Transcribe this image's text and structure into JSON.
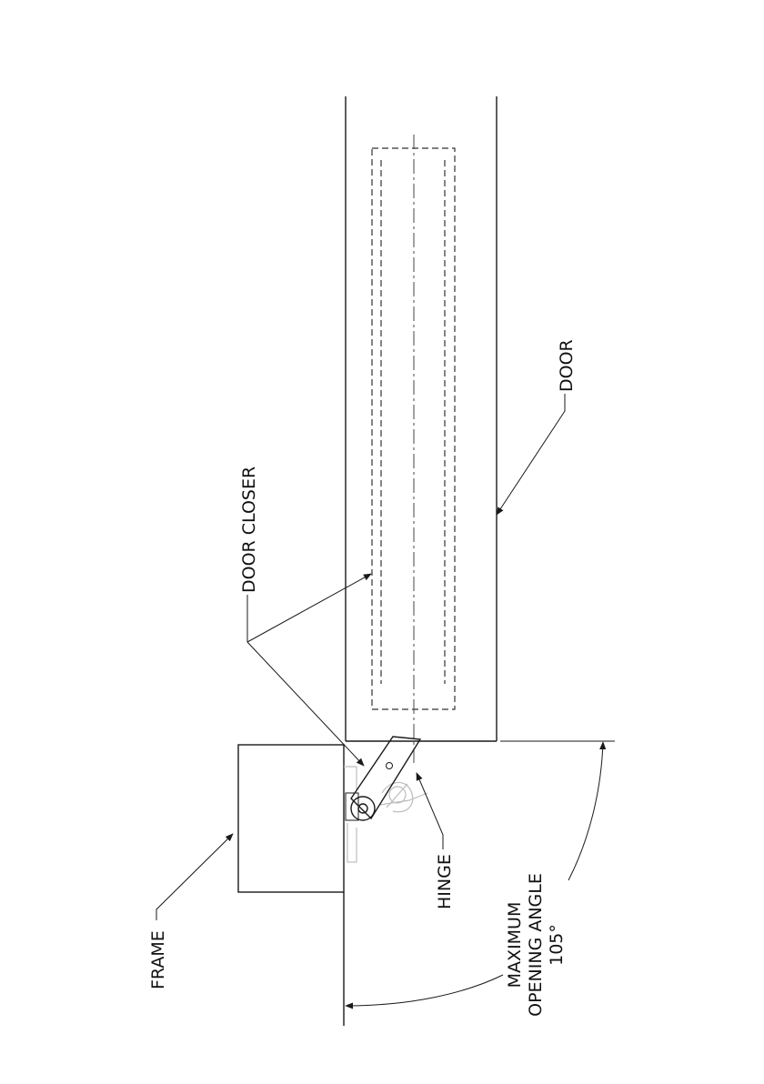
{
  "labels": {
    "door_closer": "DOOR CLOSER",
    "door": "DOOR",
    "frame": "FRAME",
    "hinge": "HINGE",
    "max_angle_line1": "MAXIMUM",
    "max_angle_line2": "OPENING ANGLE",
    "max_angle_line3": "105°"
  },
  "colors": {
    "line": "#1a1a1a",
    "ghost_hardware": "#bdbdbd"
  }
}
